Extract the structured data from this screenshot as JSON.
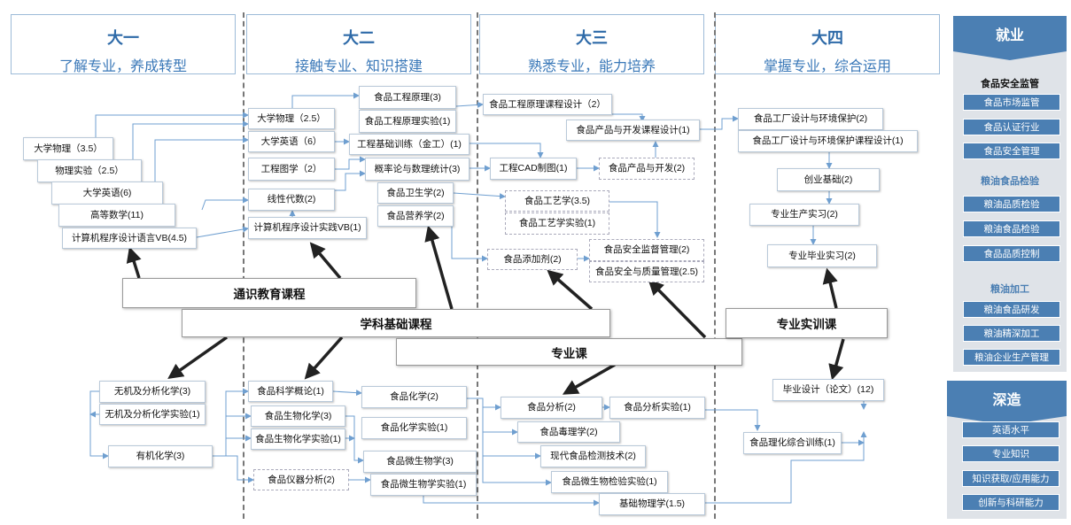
{
  "years": [
    {
      "name": "大一",
      "subtitle": "了解专业，养成转型"
    },
    {
      "name": "大二",
      "subtitle": "接触专业、知识搭建"
    },
    {
      "name": "大三",
      "subtitle": "熟悉专业，能力培养"
    },
    {
      "name": "大四",
      "subtitle": "掌握专业，综合运用"
    }
  ],
  "categories": {
    "general": "通识教育课程",
    "foundation": "学科基础课程",
    "major": "专业课",
    "training": "专业实训课"
  },
  "courses": {
    "c1": "大学物理（3.5）",
    "c2": "物理实验（2.5）",
    "c3": "大学英语(6)",
    "c4": "高等数学(11)",
    "c5": "计算机程序设计语言VB(4.5)",
    "c6": "大学物理（2.5）",
    "c7": "大学英语（6）",
    "c8": "工程图学（2）",
    "c9": "线性代数(2)",
    "c10": "计算机程序设计实践VB(1)",
    "c11": "食品工程原理(3)",
    "c12": "食品工程原理实验(1)",
    "c13": "工程基础训练（金工）(1)",
    "c14": "概率论与数理统计(3)",
    "c15": "食品卫生学(2)",
    "c16": "食品营养学(2)",
    "c17": "食品工程原理课程设计（2）",
    "c18": "食品产品与开发课程设计(1)",
    "c19": "工程CAD制图(1)",
    "c20": "食品产品与开发(2)",
    "c21": "食品工艺学(3.5)",
    "c22": "食品工艺学实验(1)",
    "c23": "食品添加剂(2)",
    "c24": "食品安全监督管理(2)",
    "c25": "食品安全与质量管理(2.5)",
    "c26": "食品工厂设计与环境保护(2)",
    "c27": "食品工厂设计与环境保护课程设计(1)",
    "c28": "创业基础(2)",
    "c29": "专业生产实习(2)",
    "c30": "专业毕业实习(2)",
    "c31": "无机及分析化学(3)",
    "c32": "无机及分析化学实验(1)",
    "c33": "有机化学(3)",
    "c34": "食品科学概论(1)",
    "c35": "食品生物化学(3)",
    "c36": "食品生物化学实验(1)",
    "c37": "食品仪器分析(2)",
    "c38": "食品化学(2)",
    "c39": "食品化学实验(1)",
    "c40": "食品微生物学(3)",
    "c41": "食品微生物学实验(1)",
    "c42": "食品分析(2)",
    "c43": "食品分析实验(1)",
    "c44": "食品毒理学(2)",
    "c45": "现代食品检测技术(2)",
    "c46": "食品微生物检验实验(1)",
    "c47": "基础物理学(1.5)",
    "c48": "食品理化综合训练(1)",
    "c49": "毕业设计（论文）(12)"
  },
  "employment": {
    "title": "就业",
    "sections": [
      {
        "name": "食品安全监管",
        "items": [
          "食品市场监管",
          "食品认证行业",
          "食品安全管理"
        ]
      },
      {
        "name": "粮油食品检验",
        "items": [
          "粮油品质检验",
          "粮油食品检验",
          "食品品质控制"
        ]
      },
      {
        "name": "粮油加工",
        "items": [
          "粮油食品研发",
          "粮油精深加工",
          "粮油企业生产管理"
        ]
      }
    ]
  },
  "further": {
    "title": "深造",
    "items": [
      "英语水平",
      "专业知识",
      "知识获取/应用能力",
      "创新与科研能力"
    ]
  },
  "colors": {
    "accent": "#4b7fb3",
    "title_blue": "#2e6aa8",
    "connector": "#6f9fd0",
    "arrow": "#222222"
  }
}
